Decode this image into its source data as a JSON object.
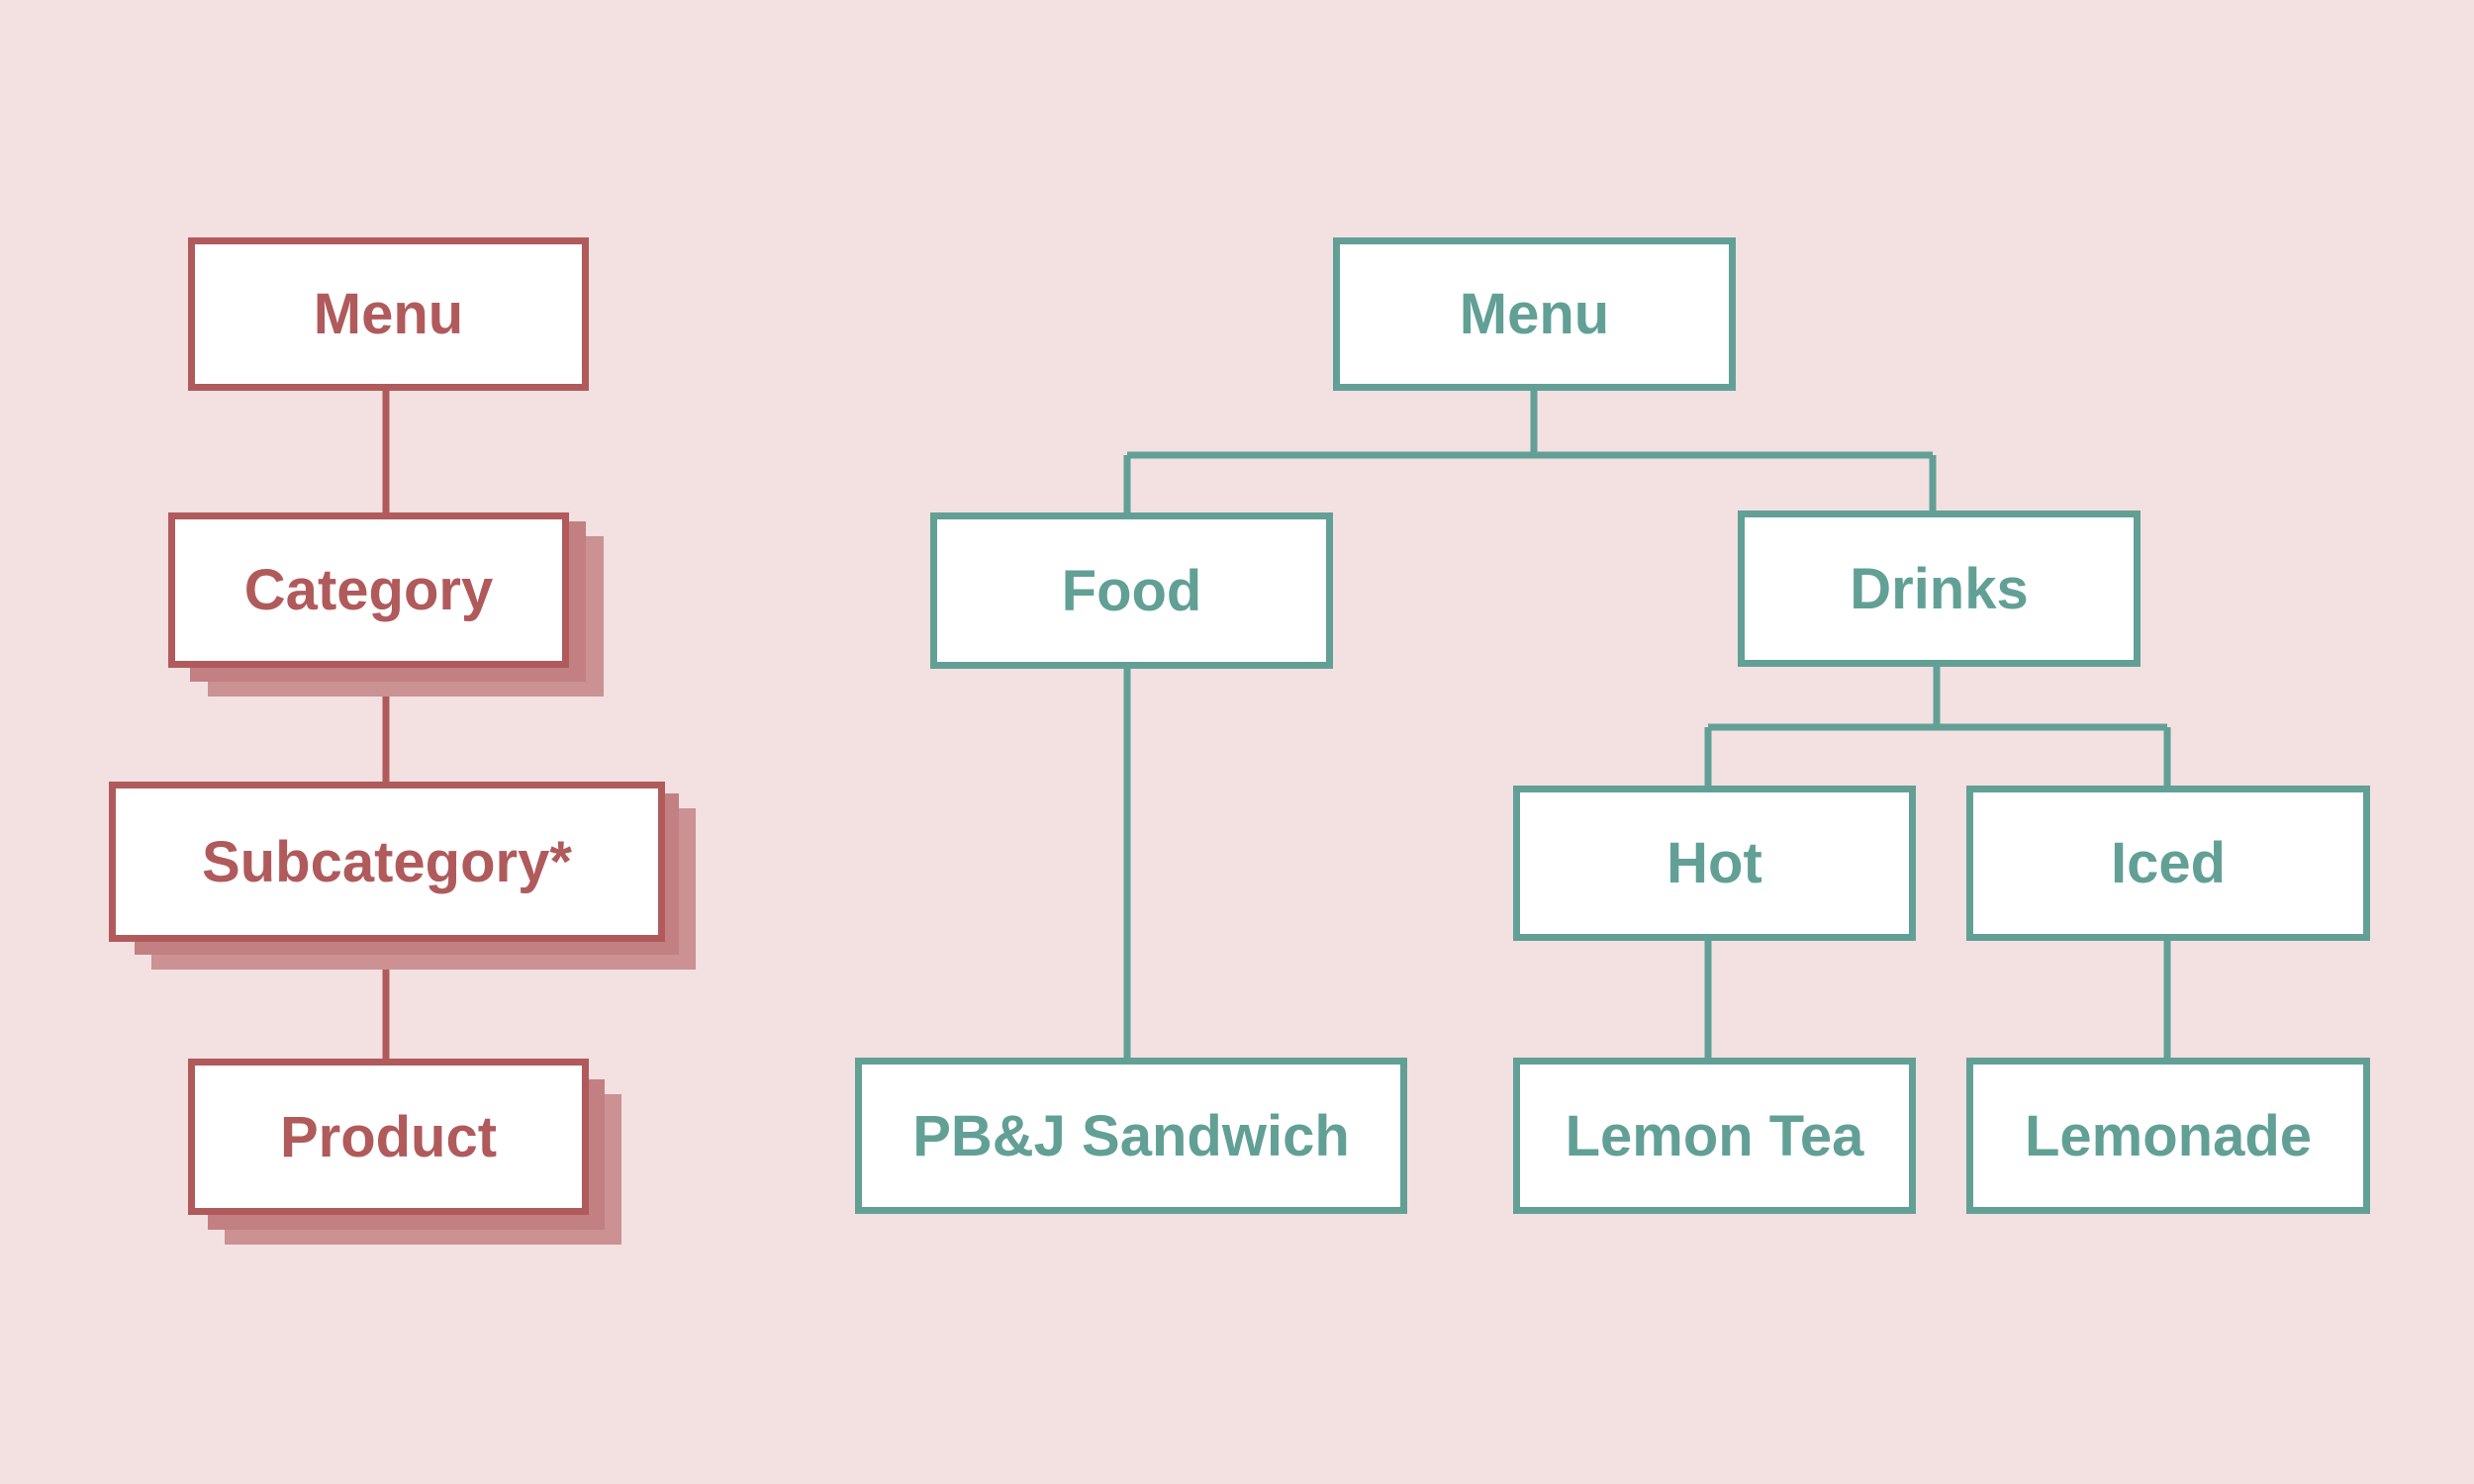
{
  "colors": {
    "background": "#f3e0e0",
    "schema_accent": "#b05a5c",
    "example_accent": "#62a096",
    "box_fill": "#ffffff"
  },
  "schema": {
    "menu": "Menu",
    "category": "Category",
    "subcategory": "Subcategory*",
    "product": "Product"
  },
  "example": {
    "menu": "Menu",
    "food": "Food",
    "drinks": "Drinks",
    "hot": "Hot",
    "iced": "Iced",
    "pbj": "PB&J Sandwich",
    "lemon_tea": "Lemon Tea",
    "lemonade": "Lemonade"
  }
}
